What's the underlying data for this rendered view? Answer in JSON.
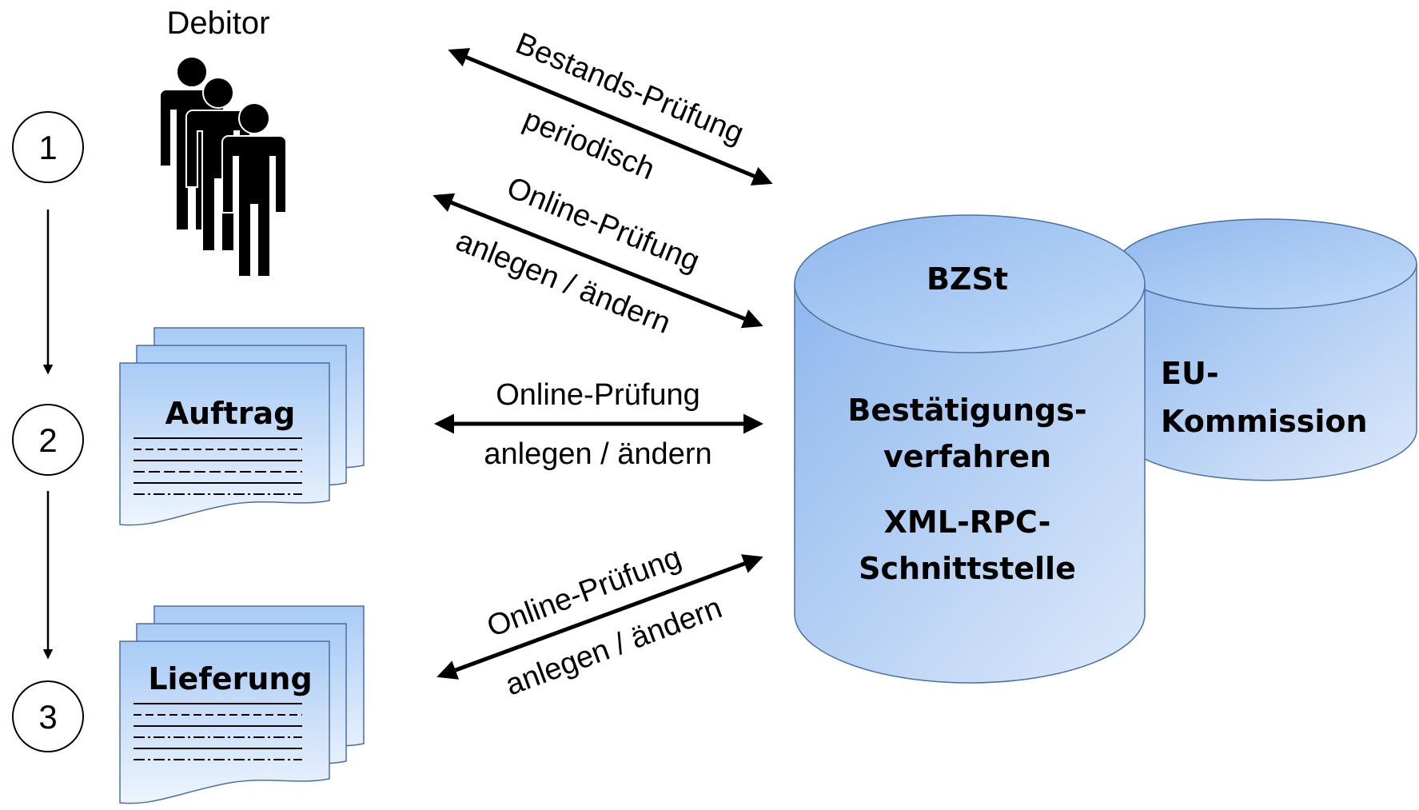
{
  "debitor": {
    "label": "Debitor"
  },
  "steps": [
    {
      "number": "1"
    },
    {
      "number": "2"
    },
    {
      "number": "3"
    }
  ],
  "documents": {
    "auftrag": "Auftrag",
    "lieferung": "Lieferung"
  },
  "arrows": {
    "bestand": {
      "line1": "Bestands-Prüfung",
      "line2": "periodisch"
    },
    "debitor_online": {
      "line1": "Online-Prüfung",
      "line2": "anlegen / ändern"
    },
    "auftrag_online": {
      "line1": "Online-Prüfung",
      "line2": "anlegen / ändern"
    },
    "lieferung_online": {
      "line1": "Online-Prüfung",
      "line2": "anlegen / ändern"
    }
  },
  "bzst": {
    "title": "BZSt",
    "line1": "Bestätigungs-",
    "line2": "verfahren",
    "line3": "XML-RPC-",
    "line4": "Schnittstelle"
  },
  "eu": {
    "line1": "EU-",
    "line2": "Kommission"
  },
  "colors": {
    "cylinder_top": "#a9c9f2",
    "cylinder_body_start": "#9fc3f0",
    "cylinder_body_end": "#d9e8fa",
    "doc_top": "#b3d1f6",
    "doc_bottom": "#e9f2fd",
    "stroke": "#4a6fa5",
    "text": "#000000"
  }
}
